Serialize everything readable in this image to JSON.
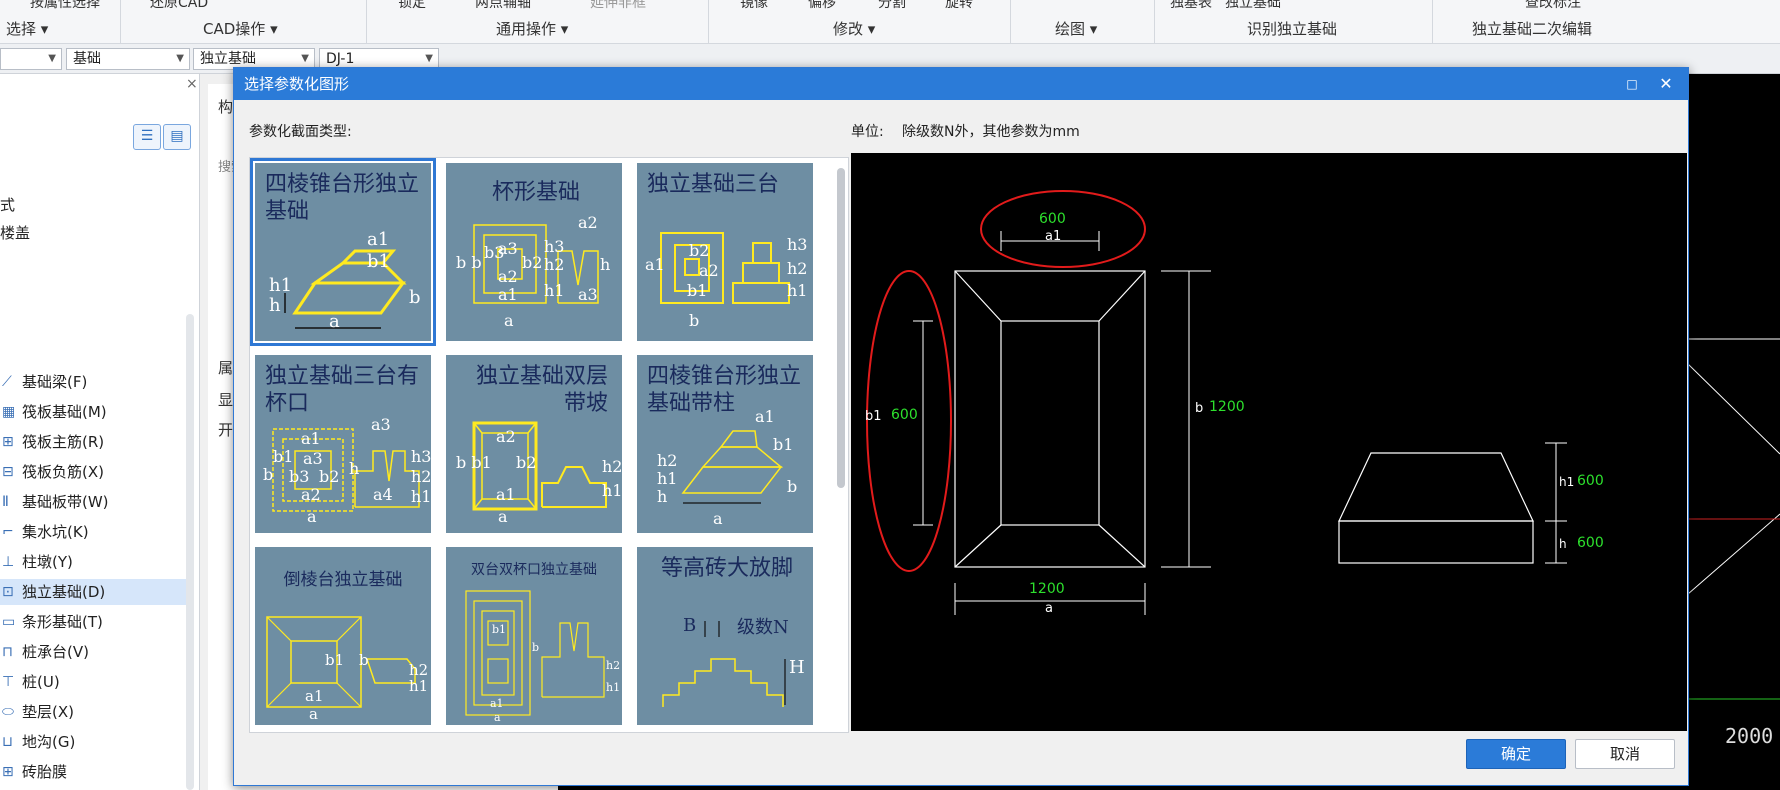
{
  "ribbon": {
    "top_items": [
      "按属性选择",
      "还原CAD",
      "锁定",
      "两点辅轴",
      "延伸非框",
      "镜像",
      "偏移",
      "分割",
      "旋转",
      "独基表",
      "独立基础",
      "查改标注"
    ],
    "groups": [
      "选择",
      "CAD操作",
      "通用操作",
      "修改",
      "绘图",
      "识别独立基础",
      "独立基础二次编辑"
    ]
  },
  "selector_bar": {
    "combos": [
      "",
      "基础",
      "独立基础",
      "DJ-1"
    ]
  },
  "sidebar": {
    "close": "×",
    "partial_texts": [
      "式",
      "楼盖"
    ],
    "items": [
      {
        "label": "基础梁(F)"
      },
      {
        "label": "筏板基础(M)"
      },
      {
        "label": "筏板主筋(R)"
      },
      {
        "label": "筏板负筋(X)"
      },
      {
        "label": "基础板带(W)"
      },
      {
        "label": "集水坑(K)"
      },
      {
        "label": "柱墩(Y)"
      },
      {
        "label": "独立基础(D)"
      },
      {
        "label": "条形基础(T)"
      },
      {
        "label": "桩承台(V)"
      },
      {
        "label": "桩(U)"
      },
      {
        "label": "垫层(X)"
      },
      {
        "label": "地沟(G)"
      },
      {
        "label": "砖胎膜"
      }
    ]
  },
  "middle_panel": {
    "labels": [
      "构",
      "搜索",
      "属",
      "显示",
      "开"
    ]
  },
  "cad_bg": {
    "value": "2000"
  },
  "dialog": {
    "title": "选择参数化图形",
    "max_icon": "□",
    "close_icon": "✕",
    "section_label": "参数化截面类型:",
    "unit_label": "单位:",
    "unit_desc": "除级数N外，其他参数为mm",
    "confirm": "确定",
    "cancel": "取消"
  },
  "gallery": [
    {
      "title": "四棱锥台形独立基础",
      "labels": [
        "a1",
        "b1",
        "h1",
        "h",
        "a",
        "b"
      ]
    },
    {
      "title": "杯形基础",
      "labels": [
        "a2",
        "b b",
        "b3",
        "a3",
        "b2",
        "h3",
        "h2",
        "a2",
        "h",
        "a1",
        "h1",
        "a3",
        "a"
      ]
    },
    {
      "title": "独立基础三台",
      "labels": [
        "b2",
        "a1",
        "a2",
        "b1",
        "h3",
        "h2",
        "h1",
        "b"
      ]
    },
    {
      "title": "独立基础三台有杯口",
      "labels": [
        "a1",
        "a3",
        "b1",
        "a3",
        "b",
        "b3",
        "b2",
        "h",
        "h3",
        "a2",
        "h2",
        "a4",
        "h1",
        "a"
      ]
    },
    {
      "title": "独立基础双层带坡",
      "labels": [
        "a2",
        "b b1",
        "b2",
        "h2",
        "a1",
        "h1",
        "a"
      ]
    },
    {
      "title": "四棱锥台形独立基础带柱",
      "labels": [
        "a1",
        "b1",
        "h2",
        "h1",
        "h",
        "b",
        "a"
      ]
    },
    {
      "title": "倒棱台独立基础",
      "labels": [
        "b1",
        "b",
        "h2",
        "h1",
        "a1",
        "a"
      ]
    },
    {
      "title": "双台双杯口独立基础",
      "labels": [
        "b1",
        "b",
        "h2",
        "h1",
        "a1",
        "a"
      ]
    },
    {
      "title": "等高砖大放脚",
      "labels": [
        "B",
        "级数N",
        "H"
      ]
    }
  ],
  "preview": {
    "top_value": "600",
    "top_label": "a1",
    "left_label": "b1",
    "left_value": "600",
    "right_label": "b",
    "right_value": "1200",
    "bottom_value": "1200",
    "bottom_label": "a",
    "h1_label": "h1",
    "h1_value": "600",
    "h_label": "h",
    "h_value": "600"
  }
}
